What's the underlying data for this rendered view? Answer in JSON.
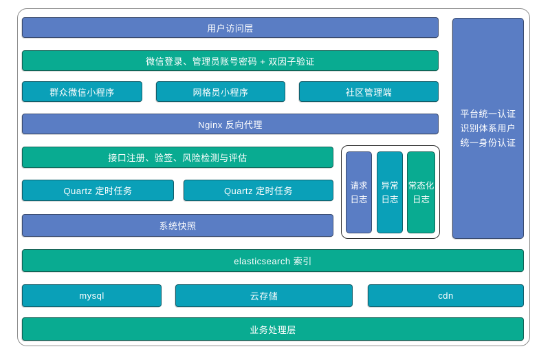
{
  "colors": {
    "blue": "#5A7DC4",
    "green": "#09AB91",
    "teal": "#0AA0B8",
    "frame_border": "#8A8A8A",
    "log_group_border": "#2E2E2E",
    "text": "#FFFFFF"
  },
  "layers": {
    "user_access": "用户访问层",
    "auth": "微信登录、管理员账号密码 + 双因子验证",
    "clients": {
      "citizen_miniprogram": "群众微信小程序",
      "grid_worker_miniprogram": "网格员小程序",
      "community_admin": "社区管理端"
    },
    "nginx": "Nginx 反向代理",
    "api_gateway": "接口注册、验签、风险检测与评估",
    "quartz_left": "Quartz 定时任务",
    "quartz_right": "Quartz 定时任务",
    "snapshot": "系统快照",
    "logs": {
      "request": "请求\n日志",
      "exception": "异常\n日志",
      "normalized": "常态化\n日志"
    },
    "sso": "平台统一认证\n识别体系用户\n统一身份认证",
    "elasticsearch": "elasticsearch 索引",
    "mysql": "mysql",
    "cloud_storage": "云存储",
    "cdn": "cdn",
    "business": "业务处理层"
  }
}
